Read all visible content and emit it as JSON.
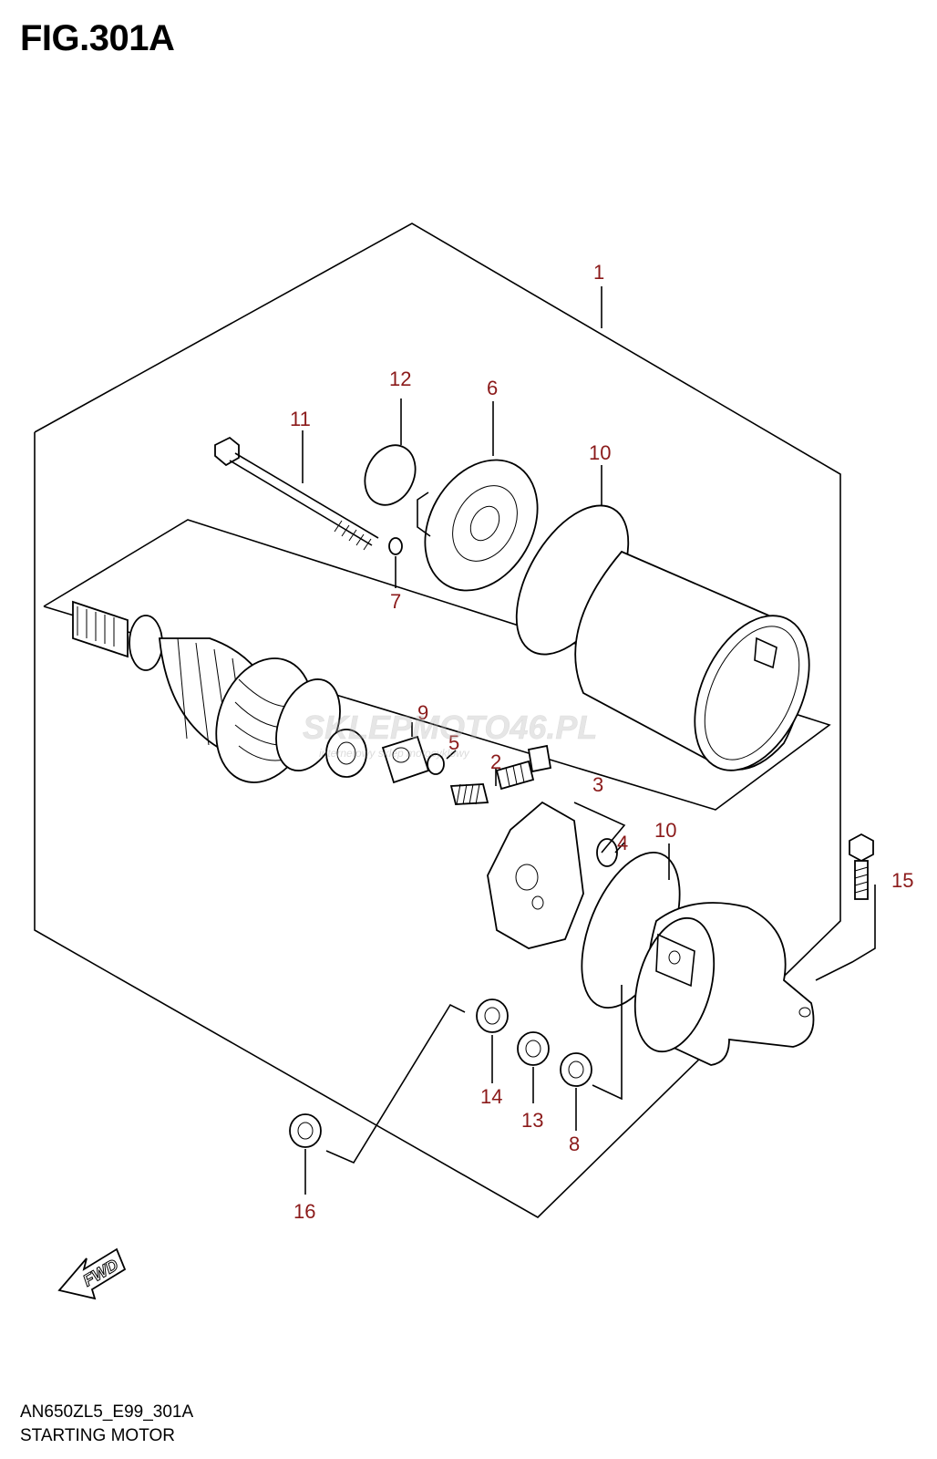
{
  "figure": {
    "title": "FIG.301A",
    "code": "AN650ZL5_E99_301A",
    "name": "STARTING MOTOR"
  },
  "watermark": {
    "brand": "SKLEPMOTO46.PL",
    "tagline": "internetowy sklep motocyklowy"
  },
  "fwd_label": "FWD",
  "callouts": [
    "1",
    "2",
    "3",
    "4",
    "5",
    "6",
    "7",
    "8",
    "9",
    "10",
    "10",
    "11",
    "12",
    "13",
    "14",
    "15",
    "16"
  ]
}
